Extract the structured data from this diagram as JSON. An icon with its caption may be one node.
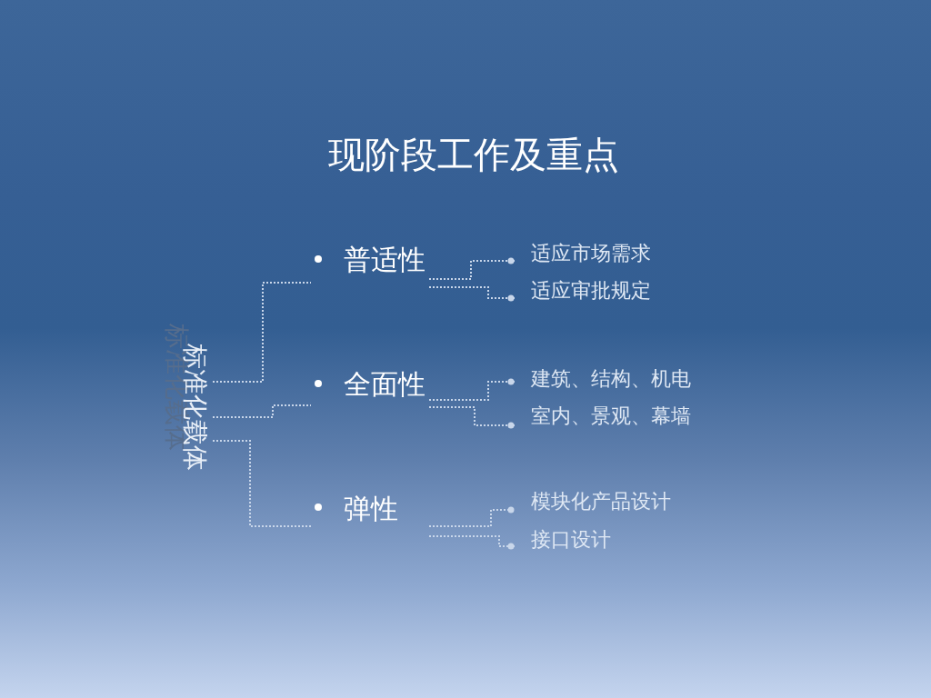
{
  "diagram": {
    "title": "现阶段工作及重点",
    "nodes": [
      {
        "text": [
          "标准化载体"
        ]
      },
      {
        "text": [
          "普适性"
        ]
      },
      {
        "text": [
          "全面性"
        ]
      },
      {
        "text": [
          "弹性"
        ]
      },
      {
        "text": [
          "适应市场需求"
        ]
      },
      {
        "text": [
          "适应审批规定"
        ]
      },
      {
        "text": [
          "建筑、结构、机电"
        ]
      },
      {
        "text": [
          "室内、景观、幕墙"
        ]
      },
      {
        "text": [
          "模块化产品设计"
        ]
      },
      {
        "text": [
          "接口设计"
        ]
      }
    ],
    "edges": [
      {
        "from": 0,
        "to": 1,
        "arrow": "none"
      },
      {
        "from": 0,
        "to": 2,
        "arrow": "none"
      },
      {
        "from": 0,
        "to": 3,
        "arrow": "none"
      },
      {
        "from": 1,
        "to": 4,
        "arrow": "other"
      },
      {
        "from": 1,
        "to": 5,
        "arrow": "other"
      },
      {
        "from": 2,
        "to": 6,
        "arrow": "other"
      },
      {
        "from": 2,
        "to": 7,
        "arrow": "other"
      },
      {
        "from": 3,
        "to": 8,
        "arrow": "other"
      },
      {
        "from": 3,
        "to": 9,
        "arrow": "other"
      }
    ]
  }
}
